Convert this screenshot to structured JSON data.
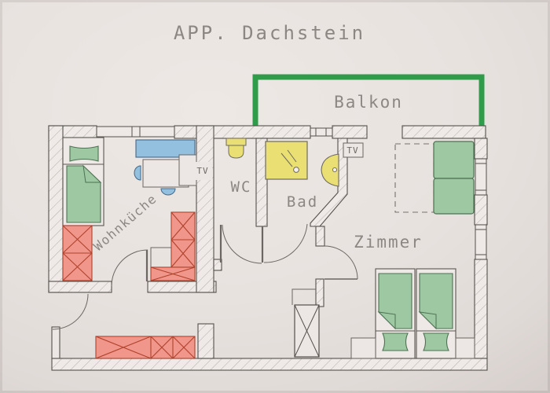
{
  "title": "APP. Dachstein",
  "rooms": {
    "balcony": {
      "label": "Balkon"
    },
    "living_kitchen": {
      "label": "Wohnküche"
    },
    "wc": {
      "label": "WC"
    },
    "bath": {
      "label": "Bad"
    },
    "bedroom": {
      "label": "Zimmer"
    }
  },
  "annotations": {
    "tv_living": "TV",
    "tv_bedroom": "TV"
  },
  "colors": {
    "paper": "#e9e3e0",
    "paper_edge": "#d9d2cf",
    "wall_fill": "#efeae7",
    "hatch_line": "#9b9592",
    "wall_line": "#55504c",
    "balcony_green": "#2f9c49",
    "furniture_green": "#9dc8a2",
    "furniture_green_line": "#4e7253",
    "furniture_blue": "#92c0de",
    "furniture_blue_line": "#41688c",
    "fixture_yellow": "#e9df72",
    "fixture_line": "#6e6a60",
    "cabinet_red": "#f0968a",
    "cabinet_red_line": "#af422d",
    "label_gray": "#8c8782",
    "dashed_line": "#76716d"
  }
}
